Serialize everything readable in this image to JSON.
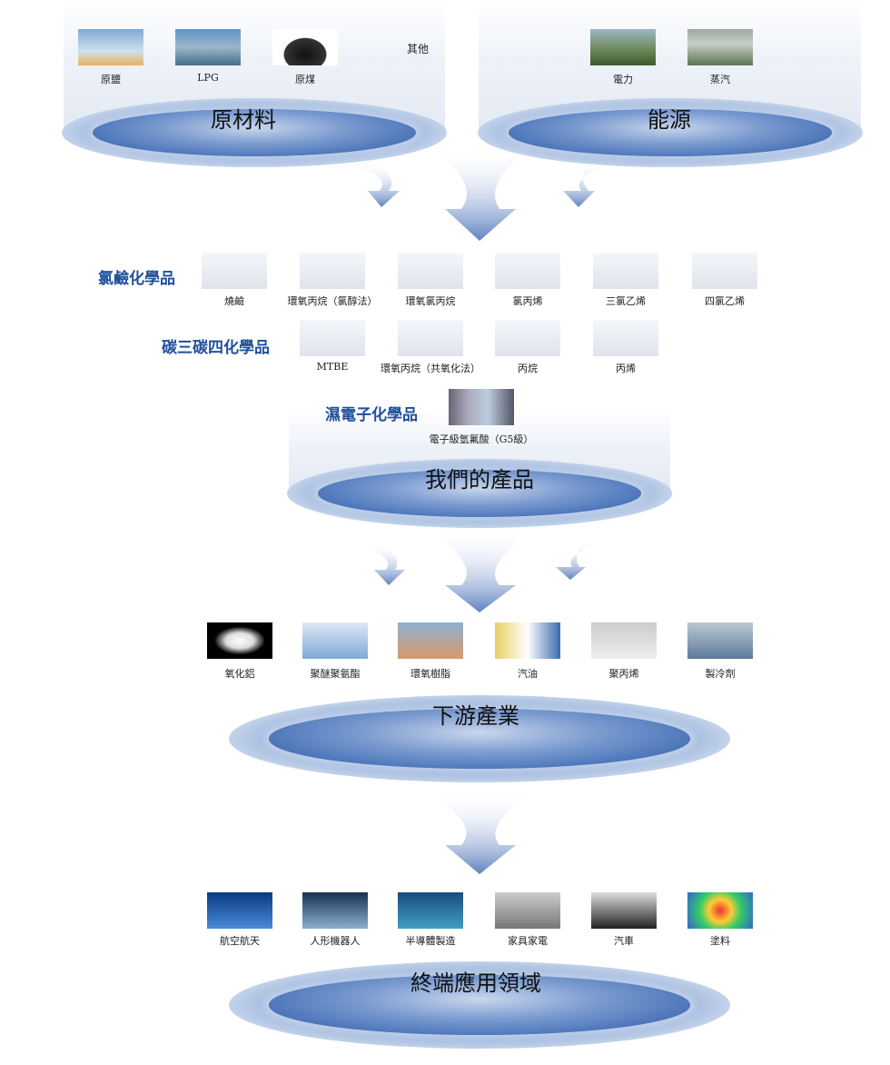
{
  "raw_materials": {
    "title": "原材料",
    "items": [
      "原鹽",
      "LPG",
      "原煤"
    ],
    "other": "其他"
  },
  "energy": {
    "title": "能源",
    "items": [
      "電力",
      "蒸汽"
    ]
  },
  "products": {
    "title": "我們的產品",
    "chlor_alkali": {
      "heading": "氯鹼化學品",
      "items": [
        "燒鹼",
        "環氧丙烷（氯醇法）",
        "環氧氯丙烷",
        "氯丙烯",
        "三氯乙烯",
        "四氯乙烯"
      ]
    },
    "c3c4": {
      "heading": "碳三碳四化學品",
      "items": [
        "MTBE",
        "環氧丙烷（共氧化法）",
        "丙烷",
        "丙烯"
      ]
    },
    "wet_electronic": {
      "heading": "濕電子化學品",
      "items": [
        "電子級氫氟酸（G5級）"
      ]
    }
  },
  "downstream": {
    "title": "下游產業",
    "items": [
      "氧化鋁",
      "聚醚聚氨酯",
      "環氧樹脂",
      "汽油",
      "聚丙烯",
      "製冷劑"
    ]
  },
  "end_use": {
    "title": "終端應用領域",
    "items": [
      "航空航天",
      "人形機器人",
      "半導體製造",
      "家具家電",
      "汽車",
      "塗料"
    ]
  },
  "colors": {
    "heading": "#1f4f9c",
    "arrow": "#6f8fc6"
  }
}
